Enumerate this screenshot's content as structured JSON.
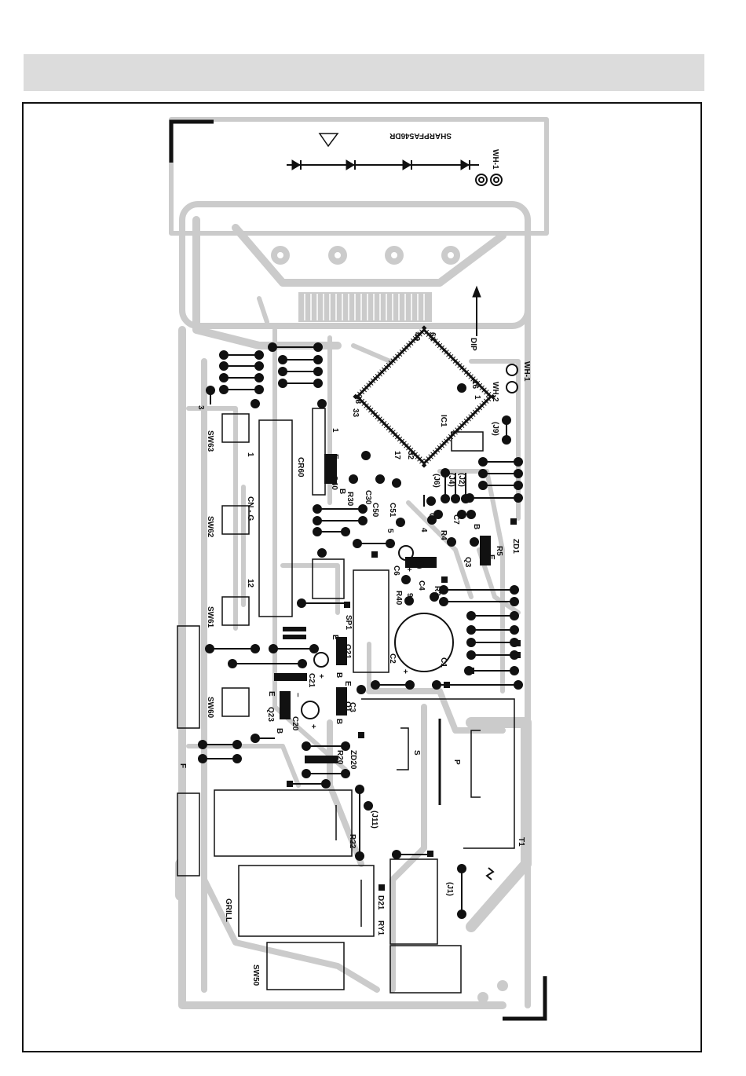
{
  "board": {
    "brand": "SHARP",
    "model": "FA546DR",
    "direction_label": "DIP",
    "side_mark": "F"
  },
  "colors": {
    "trace": "#cbcbcb",
    "ink": "#111111",
    "background": "#ffffff",
    "header_band": "#dcdcdc"
  },
  "labels": {
    "wh1_top": "WH-1",
    "wh1_mid": "WH-1",
    "wh2": "WH-2",
    "ic1": "IC1",
    "pin1": "1",
    "pin16": "16",
    "pin17": "17",
    "pin32": "32",
    "pin33": "33",
    "pin48": "48",
    "pin49": "49",
    "pin64": "64",
    "j9": "(J9)",
    "j6": "(J6)",
    "j4": "(J4)",
    "j2": "(J2)",
    "j11": "(J11)",
    "j1": "(J1)",
    "sw63": "SW63",
    "sw62": "SW62",
    "sw61": "SW61",
    "sw60": "SW60",
    "sw50": "SW50",
    "cr60": "CR60",
    "cn_g": "CN - G",
    "cn_pin1": "1",
    "cn_pin12": "12",
    "q40": "Q40",
    "r30": "R30",
    "c30": "C30",
    "c50": "C50",
    "c51": "C51",
    "c5": "C5",
    "c7": "C7",
    "r4": "R4",
    "r5": "R5",
    "q3": "Q3",
    "zd1": "ZD1",
    "c6": "C6",
    "c4": "C4",
    "r3": "R3",
    "r40": "R40",
    "sp1": "SP1",
    "c2": "C2",
    "c1": "C1",
    "q21": "Q21",
    "c21": "C21",
    "q1": "Q1",
    "c3": "C3",
    "q23": "Q23",
    "c20": "C20",
    "zd20": "ZD20",
    "r20": "R20",
    "r22": "R22",
    "d21": "D21",
    "ry1": "RY1",
    "grill": "GRILL",
    "t1": "T1",
    "s": "S",
    "p": "P",
    "e": "E",
    "b": "B",
    "three": "3",
    "four": "4",
    "five": "5",
    "nine": "9",
    "plus": "+",
    "minus": "–"
  }
}
